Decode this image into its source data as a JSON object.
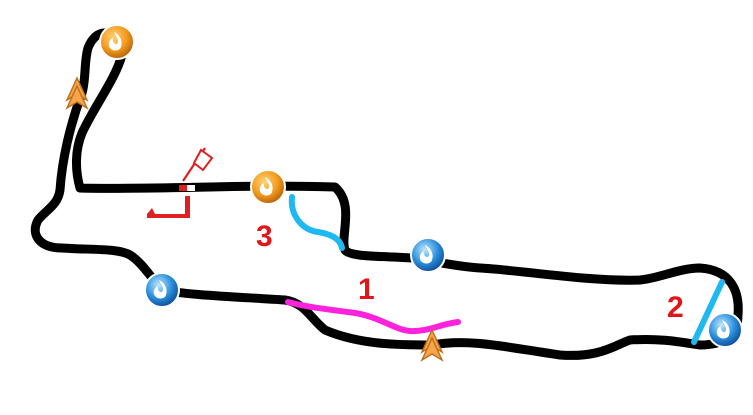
{
  "map": {
    "colors": {
      "track": "#000000",
      "sector_label": "#e0161b",
      "shortcut_magenta": "#ff22dd",
      "shortcut_cyan": "#1fb8f0",
      "start_flag": "#e02020",
      "boost_orange": "#f39a1e",
      "boost_blue": "#2a8fdc",
      "arrow": "#f6a54a"
    },
    "sectors": [
      {
        "label": "1"
      },
      {
        "label": "2"
      },
      {
        "label": "3"
      }
    ],
    "markers": [
      {
        "type": "boost-orange",
        "icon": "flame-orb-icon"
      },
      {
        "type": "boost-orange",
        "icon": "flame-orb-icon"
      },
      {
        "type": "boost-blue",
        "icon": "flame-orb-icon"
      },
      {
        "type": "boost-blue",
        "icon": "flame-orb-icon"
      },
      {
        "type": "boost-blue",
        "icon": "flame-orb-icon"
      },
      {
        "type": "direction-arrow",
        "icon": "chevron-up-icon"
      },
      {
        "type": "direction-arrow",
        "icon": "chevron-up-icon"
      },
      {
        "type": "start-flag",
        "icon": "start-flag-icon"
      }
    ]
  }
}
